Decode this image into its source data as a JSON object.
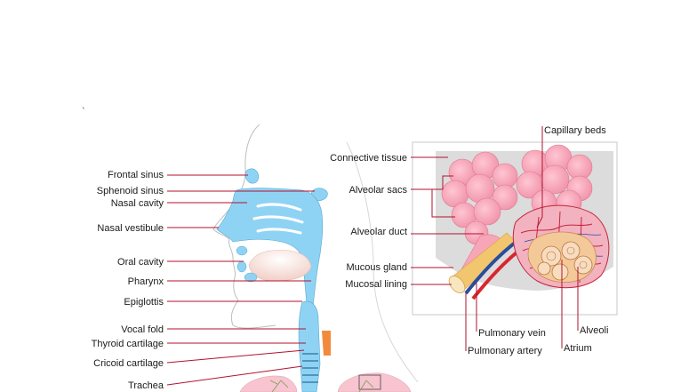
{
  "stray_mark": "`",
  "head_labels": {
    "frontal_sinus": "Frontal sinus",
    "sphenoid_sinus": "Sphenoid sinus",
    "nasal_cavity": "Nasal cavity",
    "nasal_vestibule": "Nasal vestibule",
    "oral_cavity": "Oral cavity",
    "pharynx": "Pharynx",
    "epiglottis": "Epiglottis",
    "vocal_fold": "Vocal fold",
    "thyroid_cartilage": "Thyroid cartilage",
    "cricoid_cartilage": "Cricoid cartilage",
    "trachea": "Trachea"
  },
  "inset_labels": {
    "connective_tissue": "Connective tissue",
    "alveolar_sacs": "Alveolar sacs",
    "alveolar_duct": "Alveolar duct",
    "mucous_gland": "Mucous gland",
    "mucosal_lining": "Mucosal lining",
    "capillary_beds": "Capillary beds",
    "pulmonary_vein": "Pulmonary vein",
    "pulmonary_artery": "Pulmonary artery",
    "alveoli": "Alveoli",
    "atrium": "Atrium"
  },
  "colors": {
    "airway": "#8fd3f4",
    "leader_line": "#b3122e",
    "alveolar_pink": "#f7a6b8",
    "artery_red": "#d8262f",
    "vein_blue": "#2a4d9b",
    "inset_background": "#dcdcdc"
  }
}
